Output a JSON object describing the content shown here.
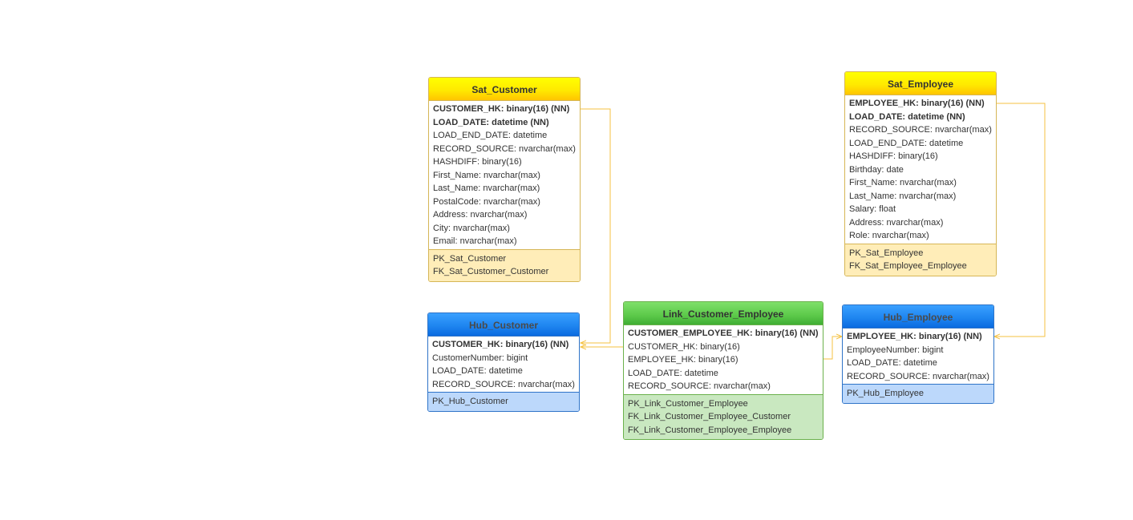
{
  "colors": {
    "connector": "#f5c242",
    "sat_header": "#ffe600",
    "hub_header": "#1f86f0",
    "link_header": "#5cc94a"
  },
  "entities": {
    "sat_customer": {
      "title": "Sat_Customer",
      "fields": [
        {
          "text": "CUSTOMER_HK: binary(16) (NN)",
          "key": true
        },
        {
          "text": "LOAD_DATE: datetime (NN)",
          "key": true
        },
        {
          "text": "LOAD_END_DATE: datetime",
          "key": false
        },
        {
          "text": "RECORD_SOURCE: nvarchar(max)",
          "key": false
        },
        {
          "text": "HASHDIFF: binary(16)",
          "key": false
        },
        {
          "text": "First_Name: nvarchar(max)",
          "key": false
        },
        {
          "text": "Last_Name: nvarchar(max)",
          "key": false
        },
        {
          "text": "PostalCode: nvarchar(max)",
          "key": false
        },
        {
          "text": "Address: nvarchar(max)",
          "key": false
        },
        {
          "text": "City: nvarchar(max)",
          "key": false
        },
        {
          "text": "Email: nvarchar(max)",
          "key": false
        }
      ],
      "keys": [
        "PK_Sat_Customer",
        "FK_Sat_Customer_Customer"
      ]
    },
    "sat_employee": {
      "title": "Sat_Employee",
      "fields": [
        {
          "text": "EMPLOYEE_HK: binary(16) (NN)",
          "key": true
        },
        {
          "text": "LOAD_DATE: datetime (NN)",
          "key": true
        },
        {
          "text": "RECORD_SOURCE: nvarchar(max)",
          "key": false
        },
        {
          "text": "LOAD_END_DATE: datetime",
          "key": false
        },
        {
          "text": "HASHDIFF: binary(16)",
          "key": false
        },
        {
          "text": "Birthday: date",
          "key": false
        },
        {
          "text": "First_Name: nvarchar(max)",
          "key": false
        },
        {
          "text": "Last_Name: nvarchar(max)",
          "key": false
        },
        {
          "text": "Salary: float",
          "key": false
        },
        {
          "text": "Address: nvarchar(max)",
          "key": false
        },
        {
          "text": "Role: nvarchar(max)",
          "key": false
        }
      ],
      "keys": [
        "PK_Sat_Employee",
        "FK_Sat_Employee_Employee"
      ]
    },
    "hub_customer": {
      "title": "Hub_Customer",
      "fields": [
        {
          "text": "CUSTOMER_HK: binary(16) (NN)",
          "key": true
        },
        {
          "text": "CustomerNumber: bigint",
          "key": false
        },
        {
          "text": "LOAD_DATE: datetime",
          "key": false
        },
        {
          "text": "RECORD_SOURCE: nvarchar(max)",
          "key": false
        }
      ],
      "keys": [
        "PK_Hub_Customer"
      ]
    },
    "link_customer_employee": {
      "title": "Link_Customer_Employee",
      "fields": [
        {
          "text": "CUSTOMER_EMPLOYEE_HK: binary(16) (NN)",
          "key": true
        },
        {
          "text": "CUSTOMER_HK: binary(16)",
          "key": false
        },
        {
          "text": "EMPLOYEE_HK: binary(16)",
          "key": false
        },
        {
          "text": "LOAD_DATE: datetime",
          "key": false
        },
        {
          "text": "RECORD_SOURCE: nvarchar(max)",
          "key": false
        }
      ],
      "keys": [
        "PK_Link_Customer_Employee",
        "FK_Link_Customer_Employee_Customer",
        "FK_Link_Customer_Employee_Employee"
      ]
    },
    "hub_employee": {
      "title": "Hub_Employee",
      "fields": [
        {
          "text": "EMPLOYEE_HK: binary(16) (NN)",
          "key": true
        },
        {
          "text": "EmployeeNumber: bigint",
          "key": false
        },
        {
          "text": "LOAD_DATE: datetime",
          "key": false
        },
        {
          "text": "RECORD_SOURCE: nvarchar(max)",
          "key": false
        }
      ],
      "keys": [
        "PK_Hub_Employee"
      ]
    }
  },
  "relationships": [
    {
      "from": "Sat_Customer",
      "to": "Hub_Customer"
    },
    {
      "from": "Link_Customer_Employee",
      "to": "Hub_Customer"
    },
    {
      "from": "Link_Customer_Employee",
      "to": "Hub_Employee"
    },
    {
      "from": "Sat_Employee",
      "to": "Hub_Employee"
    }
  ]
}
